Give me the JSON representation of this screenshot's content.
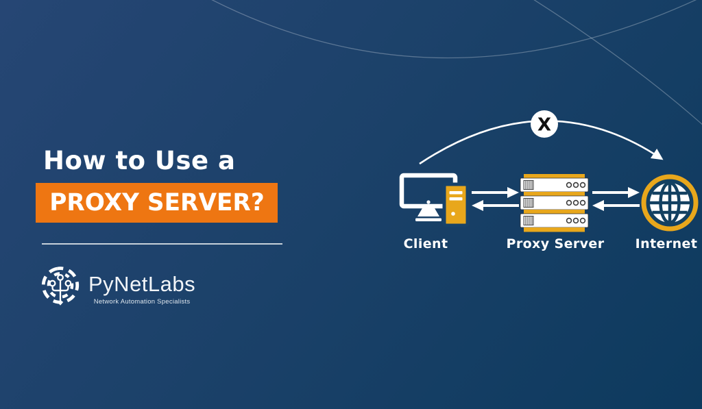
{
  "title": {
    "line1": "How to Use a",
    "line2": "PROXY SERVER?"
  },
  "logo": {
    "name": "PyNetLabs",
    "tagline": "Network Automation Specialists"
  },
  "diagram": {
    "blocked_mark": "X",
    "nodes": [
      {
        "id": "client",
        "label": "Client"
      },
      {
        "id": "proxy-server",
        "label": "Proxy Server"
      },
      {
        "id": "internet",
        "label": "Internet"
      }
    ]
  },
  "colors": {
    "background_top_left": "#264674",
    "background_bottom_right": "#0d3a5e",
    "accent_orange": "#ee7612",
    "icon_gold": "#e8a71c",
    "text_white": "#ffffff",
    "blocked_x_black": "#111111"
  }
}
